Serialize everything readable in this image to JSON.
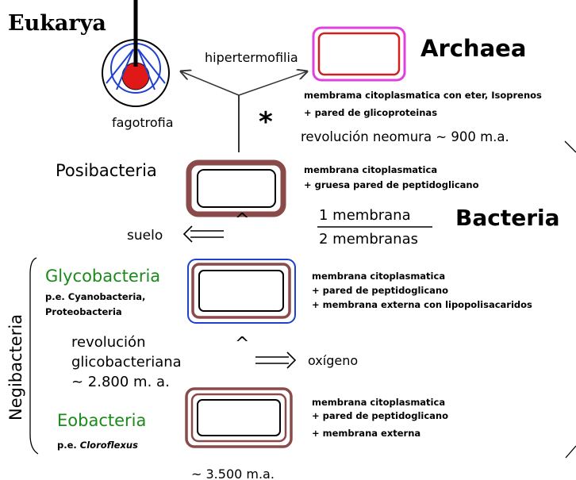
{
  "colors": {
    "black": "#000000",
    "green": "#1a8a1a",
    "brown": "#8b4a4a",
    "magenta": "#e040e0",
    "red_membrane": "#d02020",
    "blue": "#2040d0",
    "nucleus_red": "#e01818"
  },
  "labels": {
    "eukarya": "Eukarya",
    "archaea": "Archaea",
    "hipertermofilia": "hipertermofilia",
    "fagotrofia": "fagotrofia",
    "asterisk": "*",
    "archaea_desc_1": "membrama citoplasmatica con eter, Isoprenos",
    "archaea_desc_2": "+ pared de glicoproteinas",
    "revolucion_neomura": "revolución neomura ~ 900 m.a.",
    "posibacteria": "Posibacteria",
    "posi_desc_1": "membrana citoplasmatica",
    "posi_desc_2": "+ gruesa pared de peptidoglicano",
    "one_membrane": "1 membrana",
    "two_membranes": "2 membranas",
    "bacteria": "Bacteria",
    "suelo": "suelo",
    "up_arrow": "^",
    "glycobacteria": "Glycobacteria",
    "glyco_examples_1": "p.e. Cyanobacteria,",
    "glyco_examples_2": "Proteobacteria",
    "glyco_desc_1": "membrana citoplasmatica",
    "glyco_desc_2": "+ pared de peptidoglicano",
    "glyco_desc_3": "+ membrana externa con lipopolisacaridos",
    "negibacteria": "Negibacteria",
    "rev_glico_1": "revolución",
    "rev_glico_2": "glicobacteriana",
    "rev_glico_3": "~ 2.800 m. a.",
    "oxigeno": "oxígeno",
    "eobacteria": "Eobacteria",
    "eo_example_prefix": "p.e. ",
    "eo_example_italic": "Cloroflexus",
    "eo_desc_1": "membrana citoplasmatica",
    "eo_desc_2": "+ pared de peptidoglicano",
    "eo_desc_3": "+ membrana externa",
    "age_bottom": "~ 3.500 m.a."
  }
}
